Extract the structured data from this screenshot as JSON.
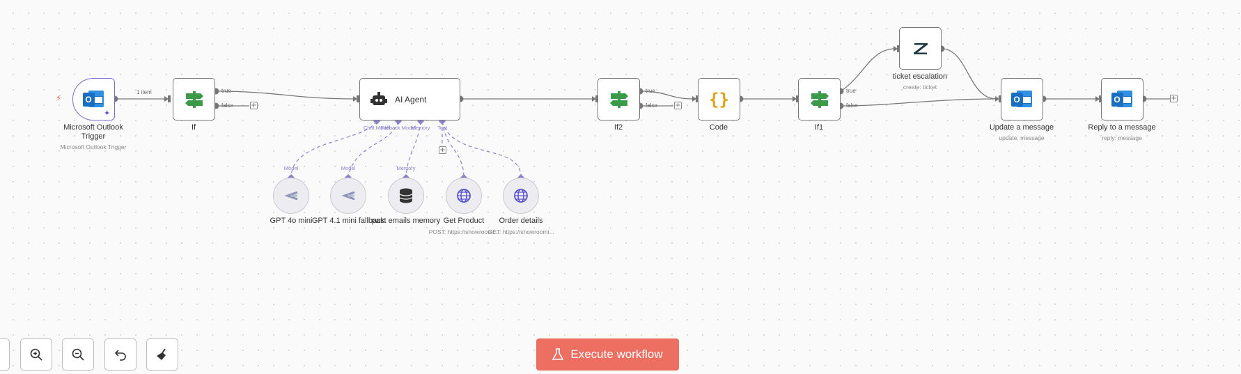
{
  "nodes": {
    "trigger": {
      "label": "Microsoft Outlook Trigger",
      "sublabel": "Microsoft Outlook Trigger",
      "icon": "outlook-icon"
    },
    "if": {
      "label": "If",
      "icon": "signpost-icon"
    },
    "agent": {
      "label": "AI Agent",
      "icon": "robot-icon"
    },
    "if2": {
      "label": "If2",
      "icon": "signpost-icon"
    },
    "code": {
      "label": "Code",
      "icon": "curly-braces-icon"
    },
    "if1": {
      "label": "If1",
      "icon": "signpost-icon"
    },
    "ticket": {
      "label": "ticket escalation",
      "sublabel": "create: ticket",
      "icon": "zendesk-icon"
    },
    "update": {
      "label": "Update a message",
      "sublabel": "update: message",
      "icon": "outlook-icon"
    },
    "reply": {
      "label": "Reply to a message",
      "sublabel": "reply: message",
      "icon": "outlook-icon"
    }
  },
  "agent_inputs": [
    "Chat Model",
    "Fallback Model",
    "Memory",
    "Tool"
  ],
  "edge_labels": {
    "items": "1 item",
    "true": "true",
    "false": "false"
  },
  "subnodes": {
    "gpt4o": {
      "label": "GPT 4o mini",
      "conn": "Model",
      "icon": "openai-icon"
    },
    "gpt41": {
      "label": "GPT 4.1 mini fallback",
      "conn": "Model",
      "icon": "openai-icon"
    },
    "memory": {
      "label": "past emails memory",
      "conn": "Memory",
      "icon": "database-icon"
    },
    "product": {
      "label": "Get Product",
      "sublabel": "POST: https://showroomi...",
      "icon": "globe-icon"
    },
    "order": {
      "label": "Order details",
      "sublabel": "GET: https://showroomi...",
      "icon": "globe-icon"
    }
  },
  "controls": [
    "fit-view",
    "zoom-in",
    "zoom-out",
    "undo",
    "tidy-up"
  ],
  "execute_label": "Execute workflow",
  "colors": {
    "accent": "#ec6f62",
    "trigger_border": "#7c6fcf",
    "sub_connector": "#8a83c7",
    "if_icon": "#3a9a47",
    "code_icon": "#e0a21a"
  }
}
